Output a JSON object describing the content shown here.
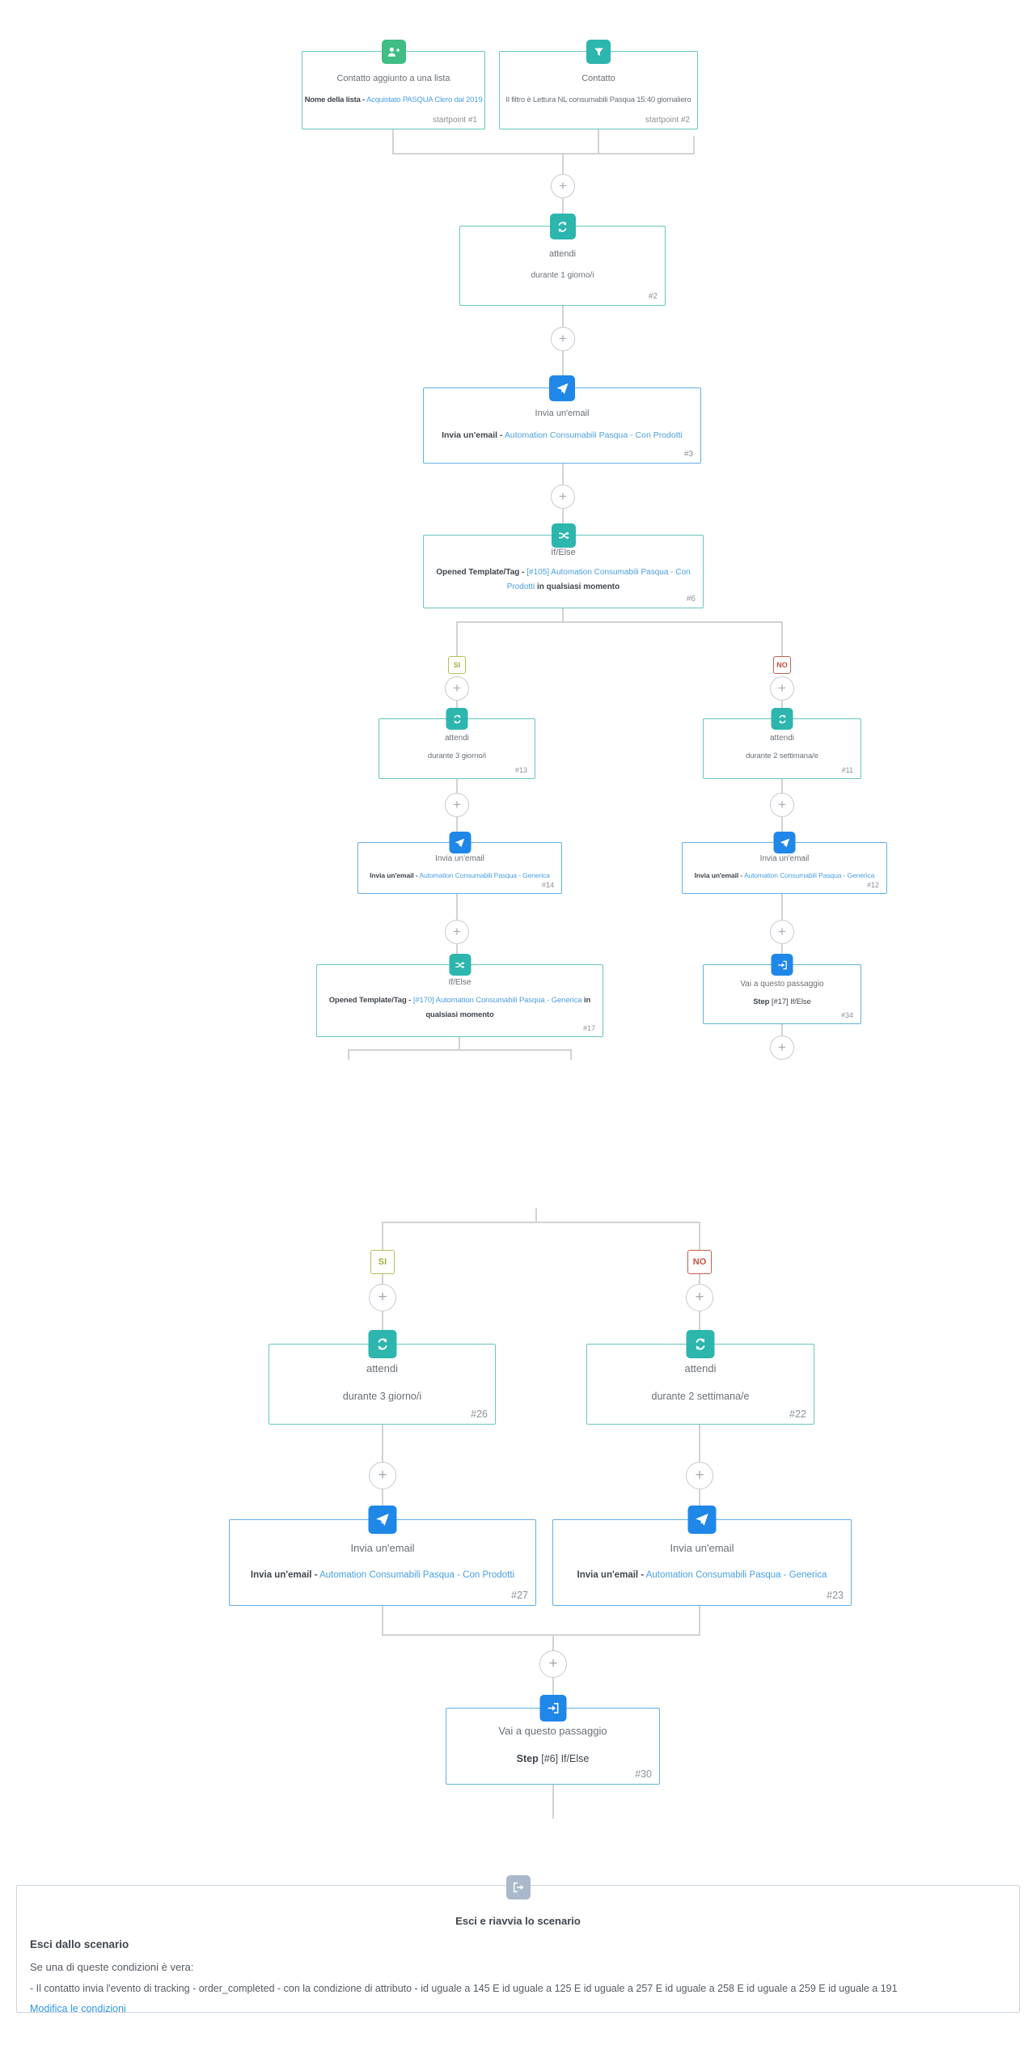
{
  "colors": {
    "icon_green": "#3fbd82",
    "icon_teal": "#2cb6ad",
    "icon_blue": "#1f87e8",
    "icon_gray_blue": "#a9b9cb",
    "link_blue": "#4a9fe3",
    "connector_gray": "#d2d2d2",
    "yes_green": "#a4ae3f",
    "no_red": "#c84e3e"
  },
  "icons": {
    "plus": "+",
    "startpoint1": "add-contact-to-list-icon",
    "startpoint2": "filter-icon",
    "wait": "wait-sync-icon",
    "email": "paper-plane-icon",
    "ifelse": "shuffle-icon",
    "goto": "sign-in-icon",
    "exit": "sign-out-icon"
  },
  "badges": {
    "yes": "SI",
    "no": "NO"
  },
  "nodes": {
    "startpoint1": {
      "title": "Contatto aggiunto a una lista",
      "bold": "Nome della lista -",
      "link": "Acquistato PASQUA Clero dal 2019",
      "step": "startpoint #1"
    },
    "startpoint2": {
      "title": "Contatto",
      "text": "Il filtro è Lettura NL consumabili Pasqua 15:40 giornaliero",
      "step": "startpoint #2"
    },
    "wait2": {
      "title": "attendi",
      "text": "durante 1 giorno/i",
      "step": "#2"
    },
    "email3": {
      "title": "Invia un'email",
      "bold": "Invia un'email -",
      "link": "Automation Consumabili Pasqua - Con Prodotti",
      "step": "#3"
    },
    "ifelse6": {
      "title": "If/Else",
      "bold": "Opened Template/Tag -",
      "link": "[#105] Automation Consumabili Pasqua - Con Prodotti",
      "bold2": "in qualsiasi momento",
      "step": "#6"
    },
    "wait13": {
      "title": "attendi",
      "text": "durante 3 giorno/i",
      "step": "#13"
    },
    "wait11": {
      "title": "attendi",
      "text": "durante 2 settimana/e",
      "step": "#11"
    },
    "email14": {
      "title": "Invia un'email",
      "bold": "Invia un'email -",
      "link": "Automation Consumabili Pasqua - Generica",
      "step": "#14"
    },
    "email12": {
      "title": "Invia un'email",
      "bold": "Invia un'email -",
      "link": "Automation Consumabili Pasqua - Generica",
      "step": "#12"
    },
    "ifelse17": {
      "title": "If/Else",
      "bold": "Opened Template/Tag -",
      "link": "[#170] Automation Consumabili Pasqua - Generica",
      "bold2": "in qualsiasi momento",
      "step": "#17"
    },
    "goto34": {
      "title": "Vai a questo passaggio",
      "bold": "Step",
      "text": "[#17] If/Else",
      "step": "#34"
    },
    "wait26": {
      "title": "attendi",
      "text": "durante 3 giorno/i",
      "step": "#26"
    },
    "wait22": {
      "title": "attendi",
      "text": "durante 2 settimana/e",
      "step": "#22"
    },
    "email27": {
      "title": "Invia un'email",
      "bold": "Invia un'email -",
      "link": "Automation Consumabili Pasqua - Con Prodotti",
      "step": "#27"
    },
    "email23": {
      "title": "Invia un'email",
      "bold": "Invia un'email -",
      "link": "Automation Consumabili Pasqua - Generica",
      "step": "#23"
    },
    "goto30": {
      "title": "Vai a questo passaggio",
      "bold": "Step",
      "text": "[#6] If/Else",
      "step": "#30"
    }
  },
  "exit": {
    "title": "Esci e riavvia lo scenario",
    "heading": "Esci dallo scenario",
    "intro": "Se una di queste condizioni è vera:",
    "condition": "- Il contatto invia l'evento di tracking - order_completed - con la condizione di attributo - id uguale a 145 E id uguale a 125 E id uguale a 257 E id uguale a 258 E id uguale a 259 E id uguale a 191",
    "edit_link": "Modifica le condizioni"
  }
}
